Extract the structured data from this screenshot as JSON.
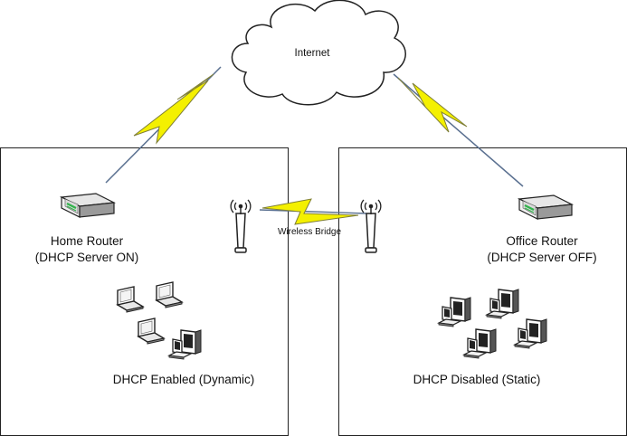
{
  "internet": {
    "label": "Internet"
  },
  "home_site": {
    "router_name": "Home Router",
    "router_status": "(DHCP Server ON)",
    "clients_label": "DHCP Enabled (Dynamic)"
  },
  "office_site": {
    "router_name": "Office Router",
    "router_status": "(DHCP Server OFF)",
    "clients_label": "DHCP Disabled (Static)"
  },
  "bridge": {
    "label": "Wireless Bridge"
  },
  "colors": {
    "bolt": "#f4f000",
    "bolt_outline": "#8a8a3a",
    "line": "#5a7090",
    "router_top": "#e0e0e0",
    "router_side": "#8e8e8e",
    "led": "#2fb34a"
  },
  "icons": {
    "cloud": "cloud-icon",
    "router": "router-icon",
    "antenna": "antenna-icon",
    "laptop": "laptop-icon",
    "desktop": "desktop-computer-icon",
    "link": "lightning-bolt-icon"
  }
}
